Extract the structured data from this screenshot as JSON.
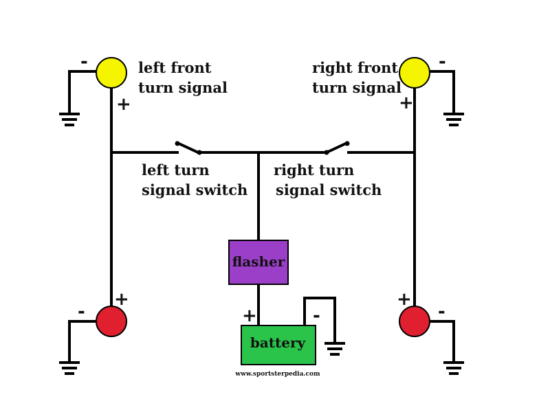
{
  "labels": {
    "left_front": [
      "left front",
      "turn signal"
    ],
    "right_front": [
      "right front",
      "turn signal"
    ],
    "left_switch": [
      "left turn",
      "signal switch"
    ],
    "right_switch": [
      "right turn",
      "signal switch"
    ],
    "flasher": "flasher",
    "battery": "battery",
    "watermark": "www.sportsterpedia.com"
  },
  "signs": {
    "plus": "+",
    "minus": "-"
  },
  "colors": {
    "front_lamp": "#f5f500",
    "rear_lamp": "#e0202e",
    "flasher": "#9b3fc8",
    "battery": "#2ac44a",
    "wire": "#000000"
  }
}
